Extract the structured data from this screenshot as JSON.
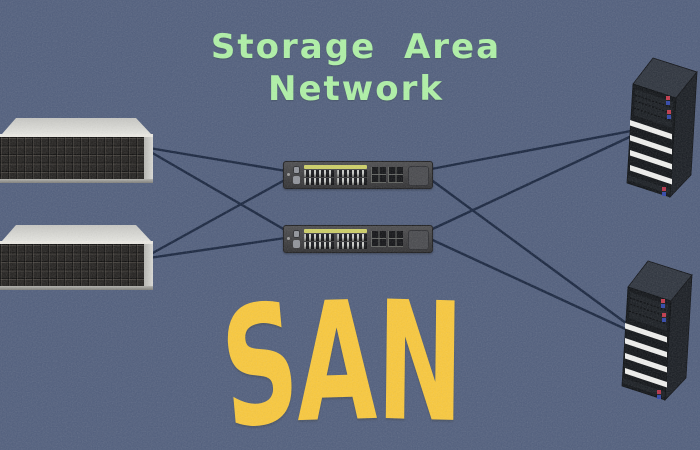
{
  "title": {
    "line1": "Storage Area",
    "line2": "Network"
  },
  "caption": {
    "text": "SAN",
    "letters": [
      "S",
      "A",
      "N"
    ]
  },
  "colors": {
    "background": "#4f5d7c",
    "title_text": "#aff3a6",
    "caption_text": "#fbc93a",
    "connection_line": "#16233d",
    "switch_body": "#3a3a3c",
    "switch_port_strip": "#ced066",
    "storage_chassis": "#d9d9d5",
    "server_body": "#0d1014"
  },
  "diagram": {
    "nodes": [
      {
        "id": "storage-array-1",
        "kind": "storage-array-icon"
      },
      {
        "id": "storage-array-2",
        "kind": "storage-array-icon"
      },
      {
        "id": "san-switch-1",
        "kind": "network-switch-icon"
      },
      {
        "id": "san-switch-2",
        "kind": "network-switch-icon"
      },
      {
        "id": "server-1",
        "kind": "tower-server-icon"
      },
      {
        "id": "server-2",
        "kind": "tower-server-icon"
      }
    ],
    "connections": [
      {
        "from": "storage-array-1",
        "to": "san-switch-1"
      },
      {
        "from": "storage-array-1",
        "to": "san-switch-2"
      },
      {
        "from": "storage-array-2",
        "to": "san-switch-1"
      },
      {
        "from": "storage-array-2",
        "to": "san-switch-2"
      },
      {
        "from": "san-switch-1",
        "to": "server-1"
      },
      {
        "from": "san-switch-1",
        "to": "server-2"
      },
      {
        "from": "san-switch-2",
        "to": "server-1"
      },
      {
        "from": "san-switch-2",
        "to": "server-2"
      }
    ]
  }
}
